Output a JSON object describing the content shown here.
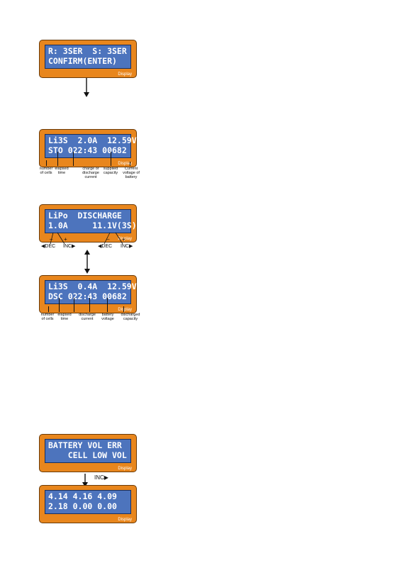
{
  "screens": {
    "confirm": {
      "line1": "R: 3SER  S: 3SER",
      "line2": "CONFIRM(ENTER)",
      "tag": "Display"
    },
    "storage": {
      "line1": "Li3S  2.0A  12.59V",
      "line2": "STO 022:43 00682",
      "tag": "Display"
    },
    "lipo": {
      "line1": "LiPo  DISCHARGE",
      "line2": "1.0A     11.1V(3S)",
      "tag": "Display"
    },
    "discharge": {
      "line1": "Li3S  0.4A  12.59V",
      "line2": "DSC 022:43 00682",
      "tag": "Display"
    },
    "error": {
      "line1": "BATTERY VOL ERR",
      "line2": "    CELL LOW VOL",
      "tag": "Display"
    },
    "cells": {
      "line1": "4.14 4.16 4.09",
      "line2": "2.18 0.00 0.00",
      "tag": "Display"
    }
  },
  "annotations_storage": {
    "cells": "number\nof cells",
    "time": "elapsed\ntime",
    "current": "charge or\ndischarge\ncurrent",
    "capacity": "supplied\ncapacity",
    "voltage": "Current\nvoltage of\nbattery"
  },
  "annotations_discharge": {
    "cells": "number\nof cells",
    "time": "elapsed\ntime",
    "current": "discharge\ncurrent",
    "voltage": "battery\nvoltage",
    "capacity": "discharged\ncapacity"
  },
  "keys": {
    "dec": "◀DEC",
    "inc": "INC▶",
    "minus": "–",
    "plus": "+"
  }
}
